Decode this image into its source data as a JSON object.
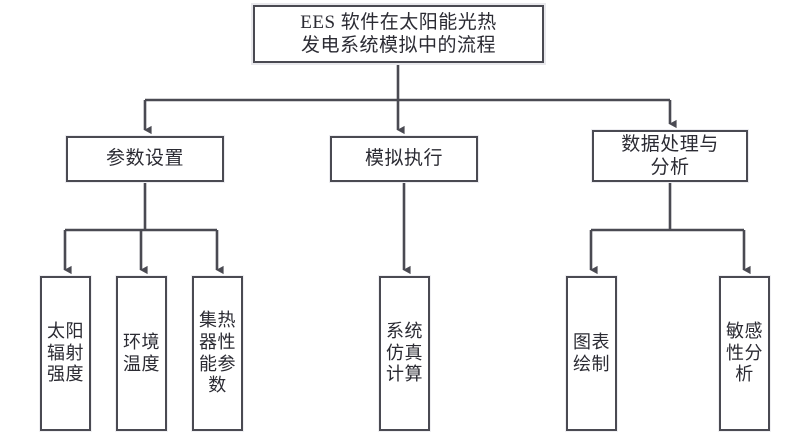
{
  "diagram": {
    "title": "EES 软件在太阳能光热发电系统模拟中的流程",
    "type": "flowchart",
    "orientation": "top-down",
    "colors": {
      "box_border": "#4a4a52",
      "box_fill": "#ffffff",
      "connector": "#4a4a52",
      "text": "#2b2b33",
      "background": "#ffffff"
    },
    "root": {
      "id": "root",
      "label": "EES 软件在太阳能光热发电系统模拟中的流程",
      "line1": "EES 软件在太阳能光热",
      "line2": "发电系统模拟中的流程"
    },
    "level1": [
      {
        "id": "params",
        "label": "参数设置",
        "children_count": 3
      },
      {
        "id": "simulation",
        "label": "模拟执行",
        "children_count": 1
      },
      {
        "id": "analysis",
        "label": "数据处理与分析",
        "line1": "数据处理与",
        "line2": "分析",
        "children_count": 2
      }
    ],
    "leaves": [
      {
        "id": "solar-radiation",
        "label": "太阳辐射强度",
        "parent": "params"
      },
      {
        "id": "ambient-temperature",
        "label": "环境温度",
        "parent": "params"
      },
      {
        "id": "collector-performance",
        "label": "集热器性能参数",
        "parent": "params"
      },
      {
        "id": "system-simulation",
        "label": "系统仿真计算",
        "parent": "simulation"
      },
      {
        "id": "chart-drawing",
        "label": "图表绘制",
        "parent": "analysis"
      },
      {
        "id": "sensitivity-analysis",
        "label": "敏感性分析",
        "parent": "analysis"
      }
    ]
  }
}
